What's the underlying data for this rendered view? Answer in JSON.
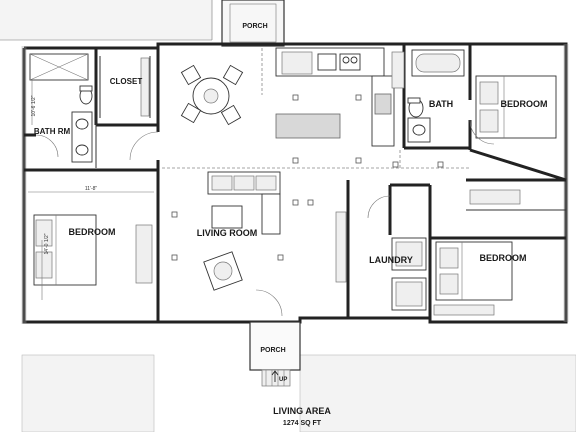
{
  "rooms": {
    "porch_top": "PORCH",
    "closet": "CLOSET",
    "bath_rm": "BATH RM",
    "bedroom_left": "BEDROOM",
    "living_room": "LIVING ROOM",
    "bath": "BATH",
    "bedroom_top_right": "BEDROOM",
    "laundry": "LAUNDRY",
    "bedroom_bottom_right": "BEDROOM",
    "porch_bottom": "PORCH"
  },
  "dimensions": {
    "bath_width": "10'-6 1/2\"",
    "bedroom_width": "11'-8\"",
    "bedroom_depth": "14'-0 1/2\""
  },
  "stair_label": "UP",
  "area": {
    "title": "LIVING AREA",
    "value": "1274 SQ FT"
  }
}
